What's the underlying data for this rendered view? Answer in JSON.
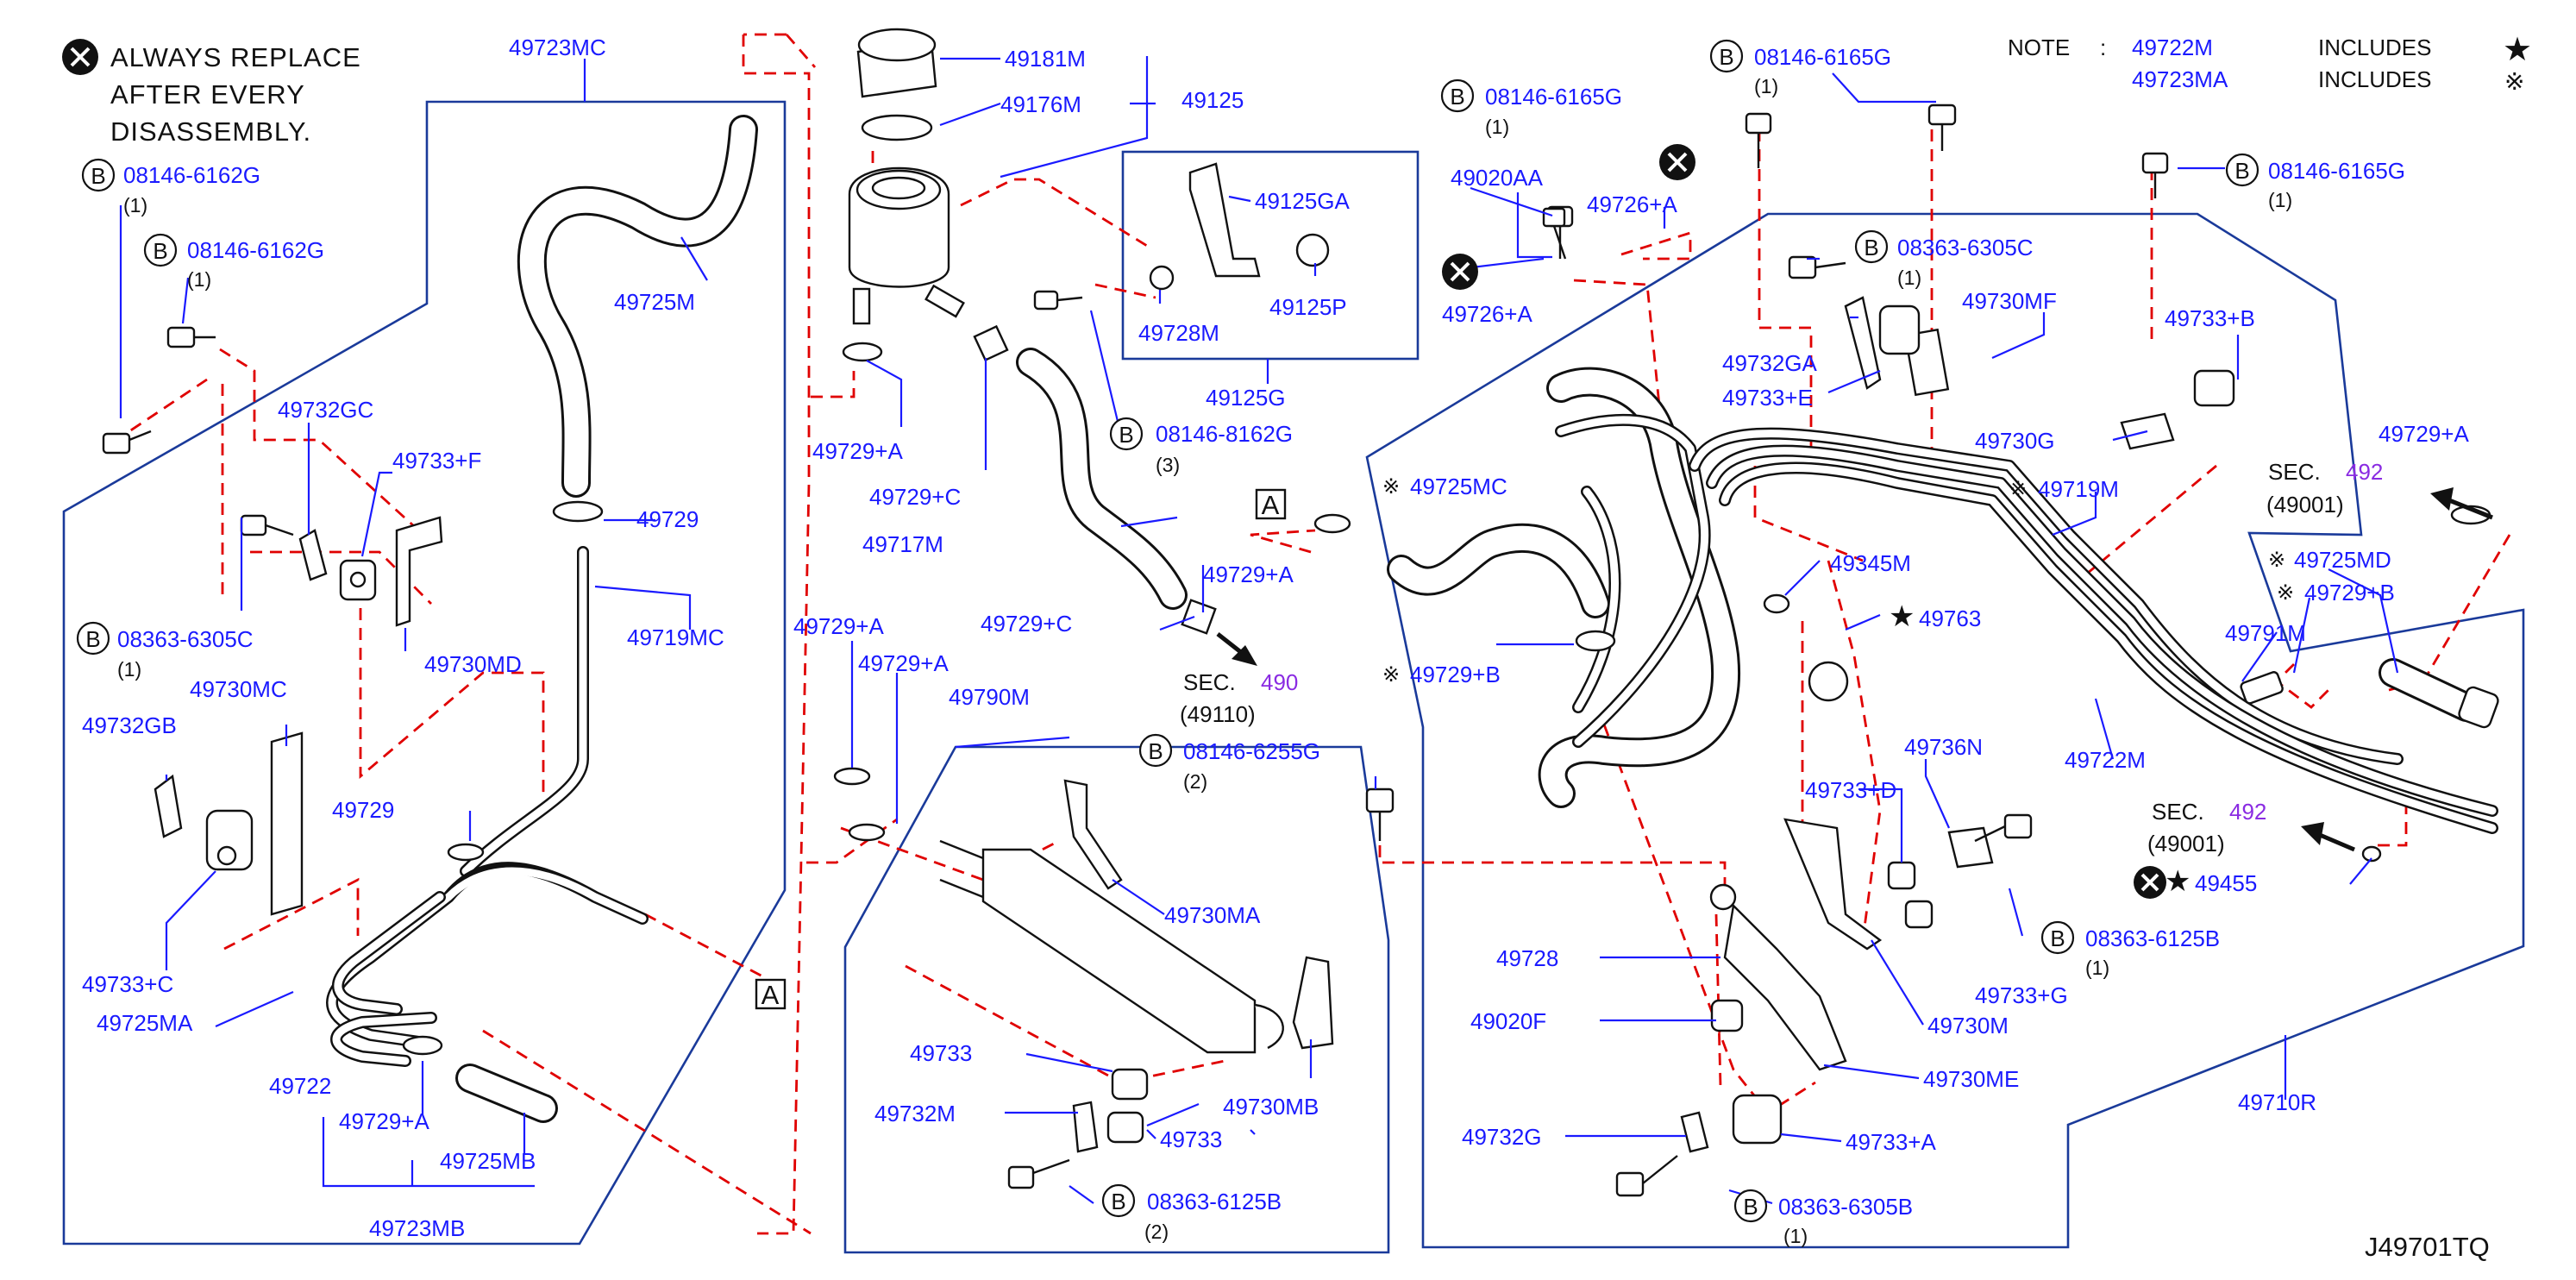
{
  "diagram_code": "J49701TQ",
  "always_replace_note": [
    "ALWAYS REPLACE",
    "AFTER EVERY",
    "DISASSEMBLY."
  ],
  "note": {
    "prefix": "NOTE",
    "colon": ":",
    "line1_part": "49722M",
    "line2_part": "49723MA",
    "includes": "INCLUDES",
    "star": "★",
    "kome": "※"
  },
  "bolt_prefix": "B",
  "labels": {
    "p49723MC": "49723MC",
    "p49725M": "49725M",
    "p08146_6162G_a": "08146-6162G",
    "p08146_6162G_a_qty": "(1)",
    "p08146_6162G_b": "08146-6162G",
    "p08146_6162G_b_qty": "(1)",
    "p49732GC": "49732GC",
    "p49733F": "49733+F",
    "p49729_a": "49729",
    "p49719MC": "49719MC",
    "p08363_6305C_left": "08363-6305C",
    "p08363_6305C_left_qty": "(1)",
    "p49730MD": "49730MD",
    "p49730MC": "49730MC",
    "p49732GB": "49732GB",
    "p49729_b": "49729",
    "p49733C": "49733+C",
    "p49725MA": "49725MA",
    "p49722": "49722",
    "p49729A_a": "49729+A",
    "p49725MB": "49725MB",
    "p49723MB": "49723MB",
    "p49181M": "49181M",
    "p49176M": "49176M",
    "p49125": "49125",
    "p49125GA": "49125GA",
    "p49125P": "49125P",
    "p49728M": "49728M",
    "p49125G": "49125G",
    "p49729A_b": "49729+A",
    "p49729C_a": "49729+C",
    "p08146_8162G": "08146-8162G",
    "p08146_8162G_qty": "(3)",
    "p49717M": "49717M",
    "p49729A_c": "49729+A",
    "p49729C_b": "49729+C",
    "sec490_prefix": "SEC.",
    "sec490_num": "490",
    "sec490_sub": "(49110)",
    "p49729A_d": "49729+A",
    "p49729A_e": "49729+A",
    "p49790M": "49790M",
    "p08146_6255G": "08146-6255G",
    "p08146_6255G_qty": "(2)",
    "p49730MA": "49730MA",
    "p49733_a": "49733",
    "p49730MB": "49730MB",
    "p49732M": "49732M",
    "p49733_b": "49733",
    "p08363_6125B_a": "08363-6125B",
    "p08363_6125B_a_qty": "(2)",
    "p08146_6165G_a": "08146-6165G",
    "p08146_6165G_a_qty": "(1)",
    "p08146_6165G_b": "08146-6165G",
    "p08146_6165G_b_qty": "(1)",
    "p08146_6165G_c": "08146-6165G",
    "p08146_6165G_c_qty": "(1)",
    "p49020AA": "49020AA",
    "p49726A_a": "49726+A",
    "p49726A_b": "49726+A",
    "p08363_6305C_right": "08363-6305C",
    "p08363_6305C_right_qty": "(1)",
    "p49730MF": "49730MF",
    "p49732GA": "49732GA",
    "p49733E": "49733+E",
    "p49733B": "49733+B",
    "p49730G": "49730G",
    "p49725MC": "49725MC",
    "p49719M": "49719M",
    "p49729A_f": "49729+A",
    "sec492a_prefix": "SEC.",
    "sec492a_num": "492",
    "sec492a_sub": "(49001)",
    "p49345M": "49345M",
    "p49763": "49763",
    "p49725MD": "49725MD",
    "p49729B_a": "49729+B",
    "p49791M": "49791M",
    "p49729B_b": "49729+B",
    "p49722M": "49722M",
    "p49736N": "49736N",
    "p49733D": "49733+D",
    "p08363_6125B_b": "08363-6125B",
    "p08363_6125B_b_qty": "(1)",
    "p49733G": "49733+G",
    "sec492b_prefix": "SEC.",
    "sec492b_num": "492",
    "sec492b_sub": "(49001)",
    "p49455": "49455",
    "p49728": "49728",
    "p49020F": "49020F",
    "p49730M": "49730M",
    "p49730ME": "49730ME",
    "p49732G": "49732G",
    "p49733A": "49733+A",
    "p08363_6305B": "08363-6305B",
    "p08363_6305B_qty": "(1)",
    "p49710R": "49710R",
    "ref_A": "A"
  },
  "colors": {
    "label": "#1a1aff",
    "frame": "#1a3a9a",
    "dash": "#e00000",
    "section": "#8a2be2",
    "ink": "#111111"
  },
  "icons": [
    "replace-x-icon",
    "star-icon",
    "kome-icon",
    "bolt-b-icon",
    "arrow-icon"
  ]
}
